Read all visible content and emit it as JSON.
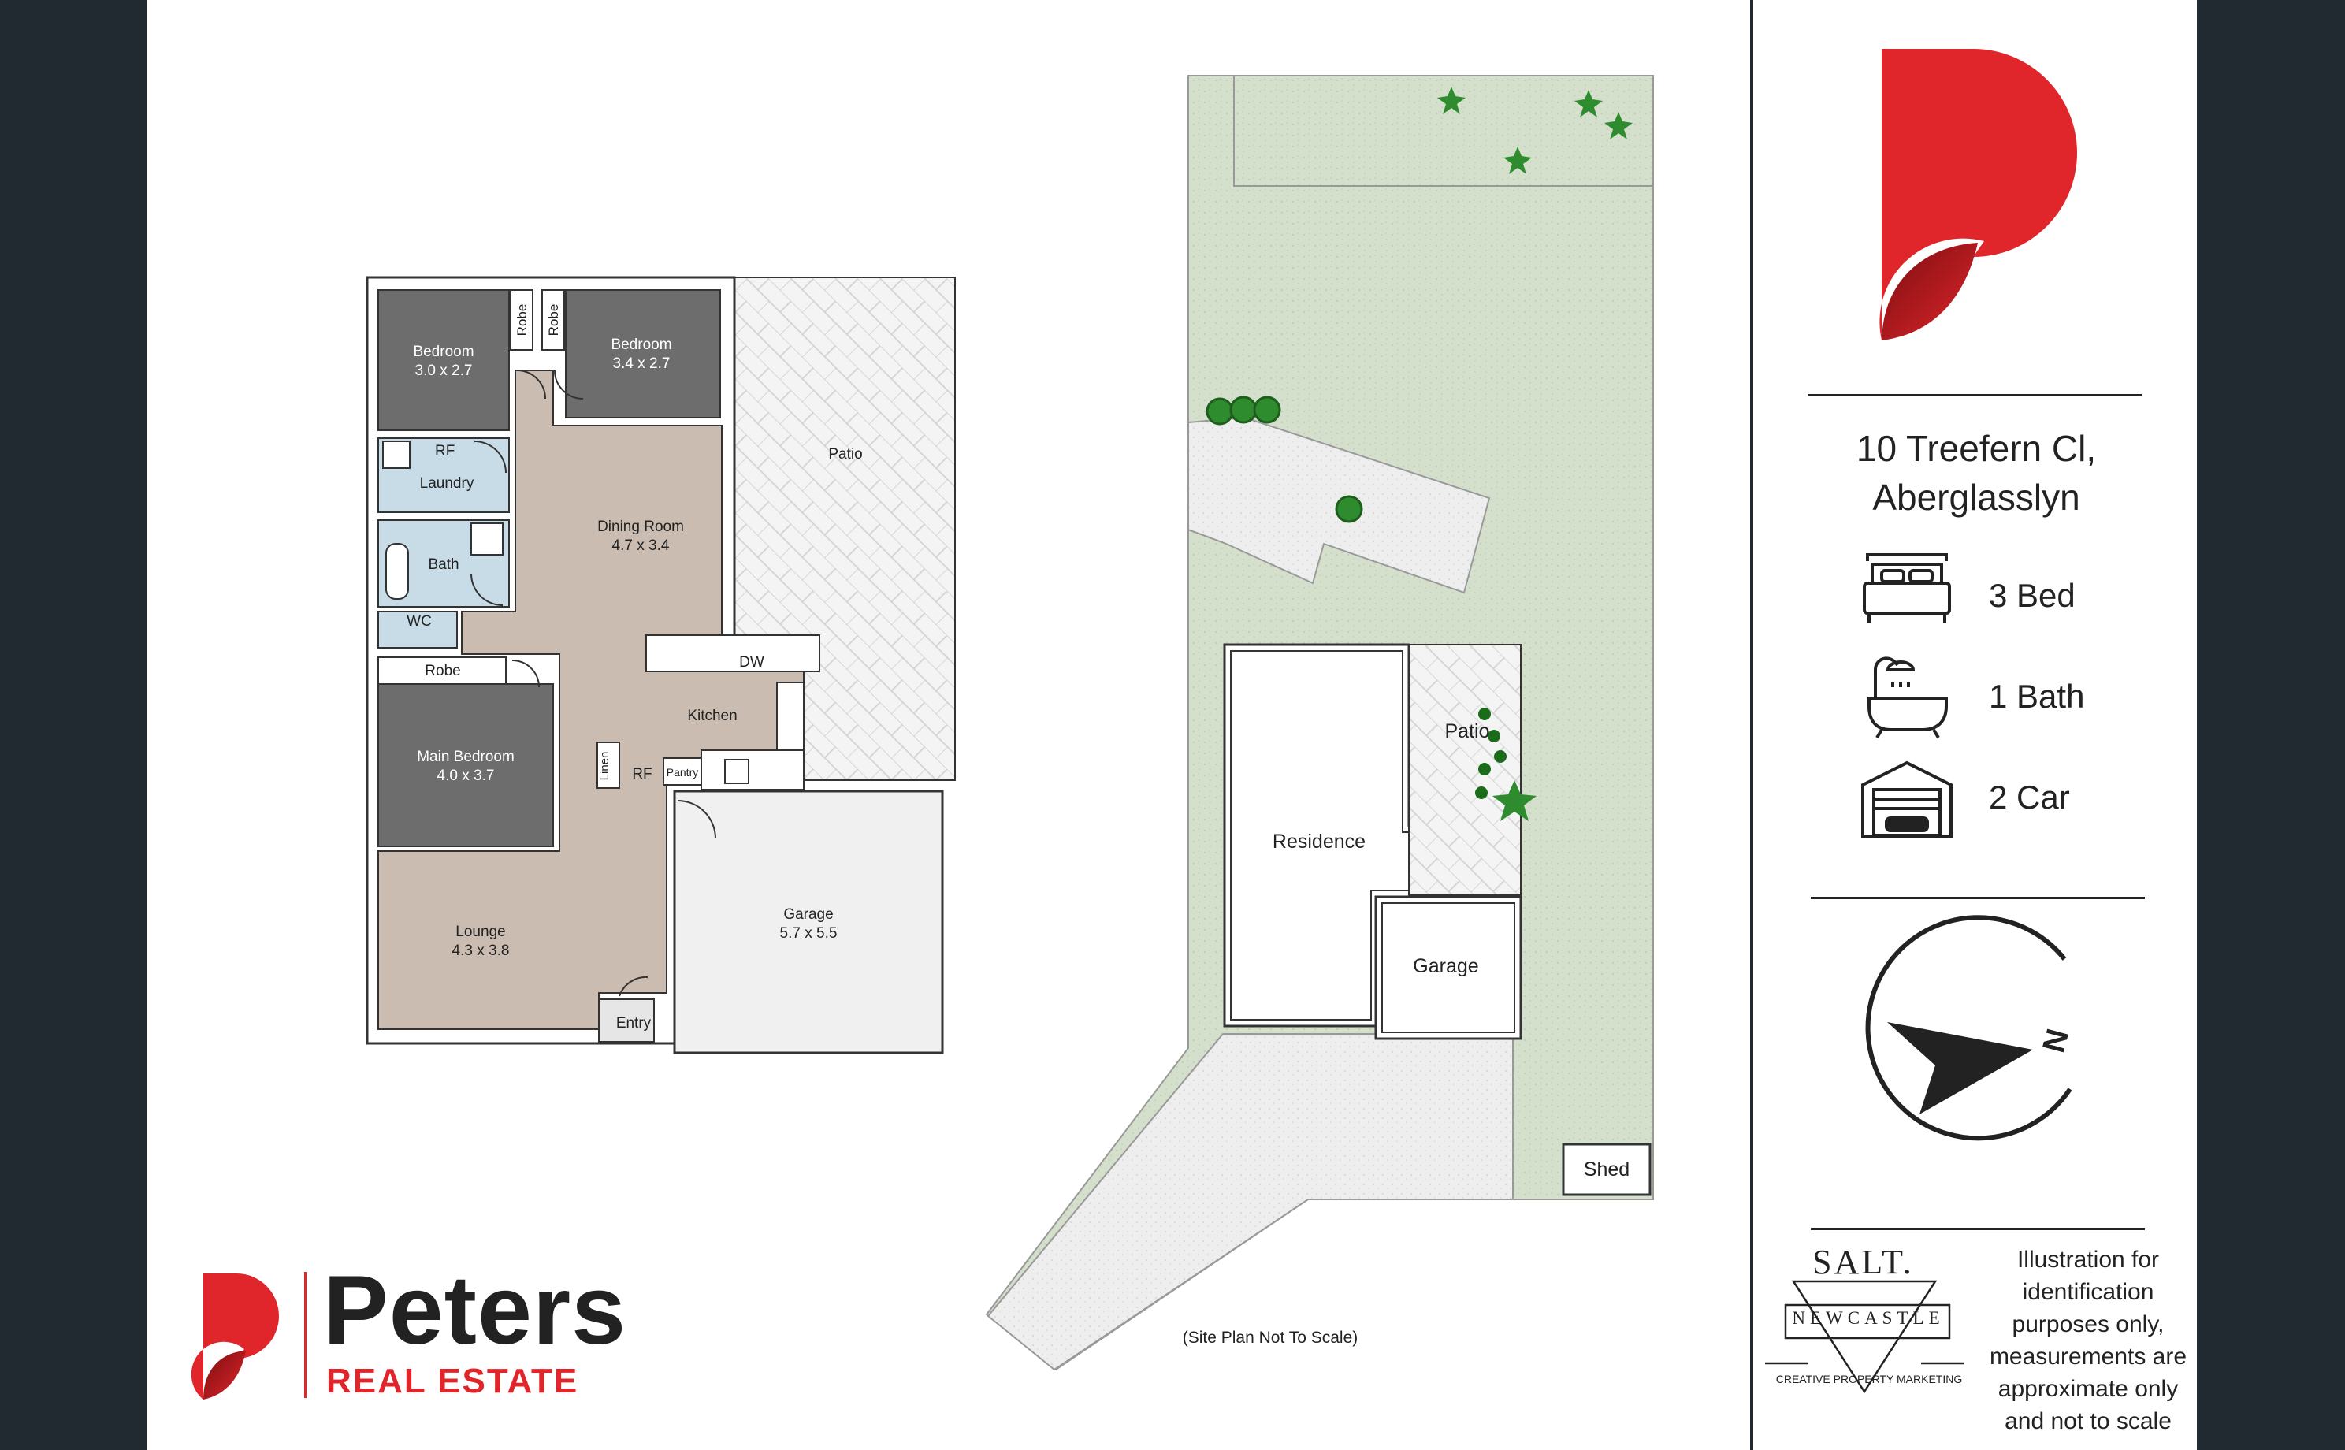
{
  "floor_plan": {
    "rooms": {
      "bedroom2": {
        "name": "Bedroom",
        "size": "3.0 x 2.7"
      },
      "bedroom3": {
        "name": "Bedroom",
        "size": "3.4 x 2.7"
      },
      "robe1": "Robe",
      "robe2": "Robe",
      "robe3": "Robe",
      "rf1": "RF",
      "laundry": "Laundry",
      "bath": "Bath",
      "wc": "WC",
      "dining": {
        "name": "Dining Room",
        "size": "4.7 x 3.4"
      },
      "patio": "Patio",
      "dw": "DW",
      "kitchen": "Kitchen",
      "main_bedroom": {
        "name": "Main Bedroom",
        "size": "4.0 x 3.7"
      },
      "linen": "Linen",
      "rf2": "RF",
      "pantry": "Pantry",
      "lounge": {
        "name": "Lounge",
        "size": "4.3 x 3.8"
      },
      "garage": {
        "name": "Garage",
        "size": "5.7 x 5.5"
      },
      "entry": "Entry"
    }
  },
  "site_plan": {
    "residence": "Residence",
    "garage": "Garage",
    "patio": "Patio",
    "shed": "Shed",
    "note": "(Site Plan Not To Scale)"
  },
  "brand": {
    "name": "Peters",
    "subtitle": "REAL ESTATE",
    "color_primary": "#e0262b",
    "color_dark": "#222a31"
  },
  "property": {
    "address_line1": "10 Treefern Cl,",
    "address_line2": "Aberglasslyn",
    "features": [
      {
        "icon": "bed-icon",
        "label": "3 Bed"
      },
      {
        "icon": "bath-icon",
        "label": "1 Bath"
      },
      {
        "icon": "garage-icon",
        "label": "2 Car"
      }
    ],
    "compass_letter": "N"
  },
  "salt": {
    "title": "SALT.",
    "city": "NEWCASTLE",
    "tagline": "CREATIVE PROPERTY MARKETING"
  },
  "disclaimer": "Illustration for identification purposes only, measurements are approximate only and not to scale"
}
